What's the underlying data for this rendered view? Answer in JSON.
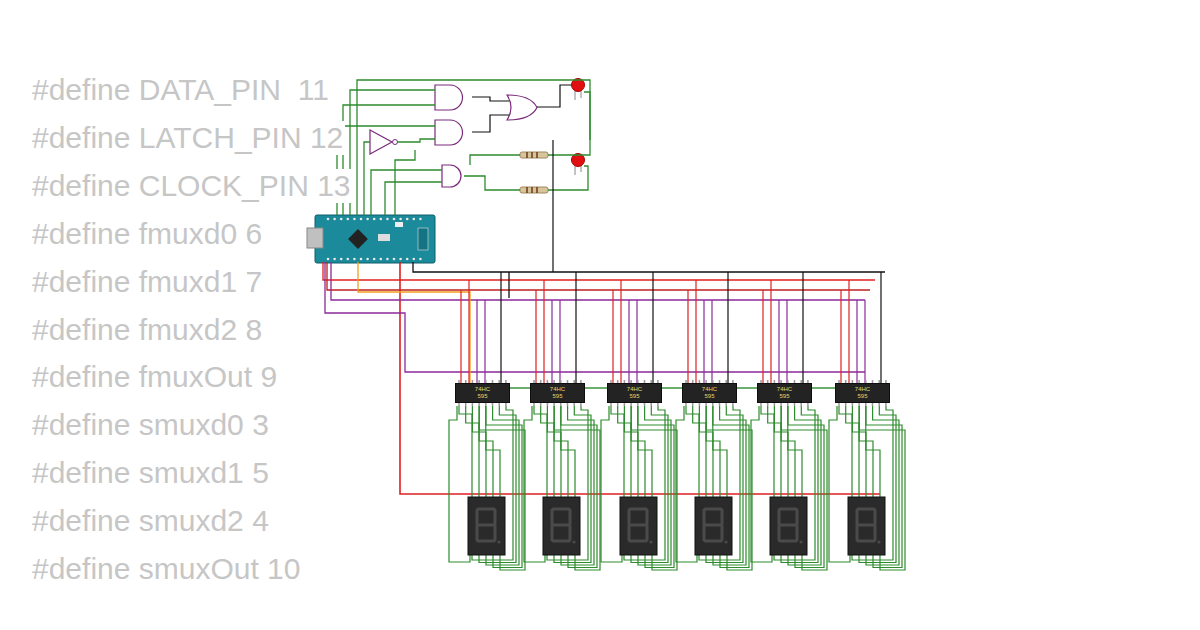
{
  "diagram": {
    "nodes": [
      {
        "text": [
          "74HC 595"
        ]
      },
      {
        "text": [
          "74HC 595"
        ]
      },
      {
        "text": [
          "74HC 595"
        ]
      },
      {
        "text": [
          "74HC 595"
        ]
      },
      {
        "text": [
          "74HC 595"
        ]
      },
      {
        "text": [
          "74HC 595"
        ]
      }
    ],
    "edges": [
      {
        "from": 0,
        "to": 1,
        "arrow": "none"
      },
      {
        "from": 1,
        "to": 2,
        "arrow": "none"
      },
      {
        "from": 2,
        "to": 3,
        "arrow": "none"
      },
      {
        "from": 3,
        "to": 4,
        "arrow": "none"
      },
      {
        "from": 4,
        "to": 5,
        "arrow": "none"
      }
    ],
    "labels": [
      "#define DATA_PIN  11",
      "#define LATCH_PIN 12",
      "#define CLOCK_PIN 13",
      "#define fmuxd0 6",
      "#define fmuxd1 7",
      "#define fmuxd2 8",
      "#define fmuxOut 9",
      "#define smuxd0 3",
      "#define smuxd1 5",
      "#define smuxd2 4",
      "#define smuxOut 10"
    ]
  }
}
